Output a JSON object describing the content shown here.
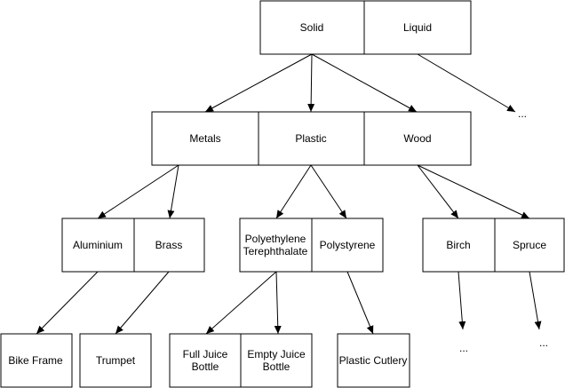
{
  "nodes": {
    "solid": "Solid",
    "liquid": "Liquid",
    "metals": "Metals",
    "plastic": "Plastic",
    "wood": "Wood",
    "aluminium": "Aluminium",
    "brass": "Brass",
    "pet_line1": "Polyethylene",
    "pet_line2": "Terephthalate",
    "polystyrene": "Polystyrene",
    "birch": "Birch",
    "spruce": "Spruce",
    "bike_frame": "Bike Frame",
    "trumpet": "Trumpet",
    "full_juice_line1": "Full Juice",
    "full_juice_line2": "Bottle",
    "empty_juice_line1": "Empty Juice",
    "empty_juice_line2": "Bottle",
    "plastic_cutlery": "Plastic Cutlery"
  },
  "ellipses": {
    "liquid_child": "...",
    "birch_child": "...",
    "spruce_child": "..."
  }
}
